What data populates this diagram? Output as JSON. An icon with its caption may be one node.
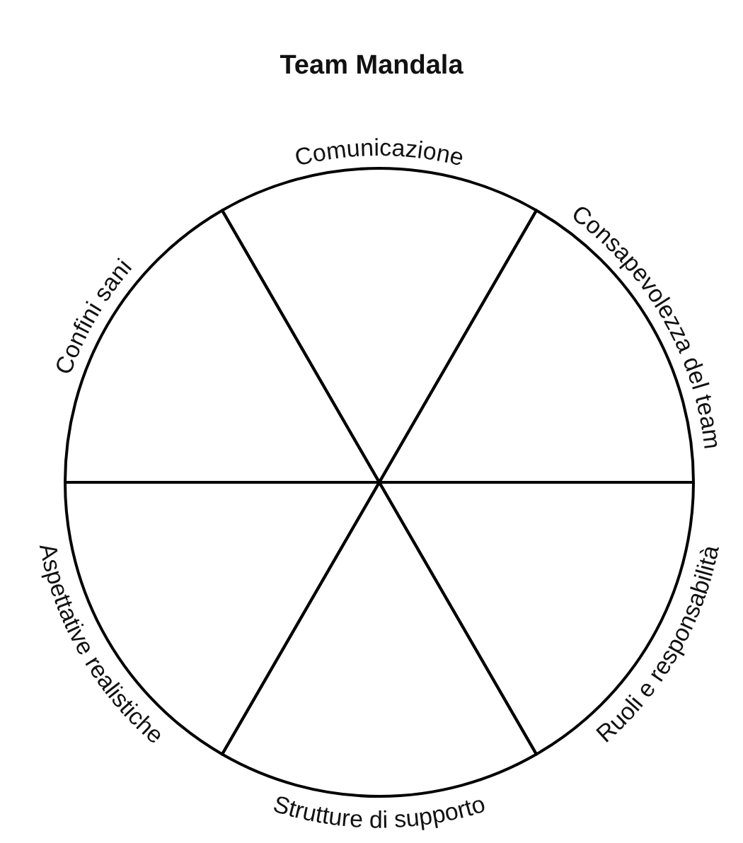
{
  "diagram": {
    "title": "Team Mandala",
    "nodes": [
      {
        "text": [
          "Comunicazione"
        ]
      },
      {
        "text": [
          "Consapevolezza del team"
        ]
      },
      {
        "text": [
          "Ruoli e responsabilità"
        ]
      },
      {
        "text": [
          "Strutture di supporto"
        ]
      },
      {
        "text": [
          "Aspettative realistiche"
        ]
      },
      {
        "text": [
          "Confini sani"
        ]
      }
    ]
  }
}
